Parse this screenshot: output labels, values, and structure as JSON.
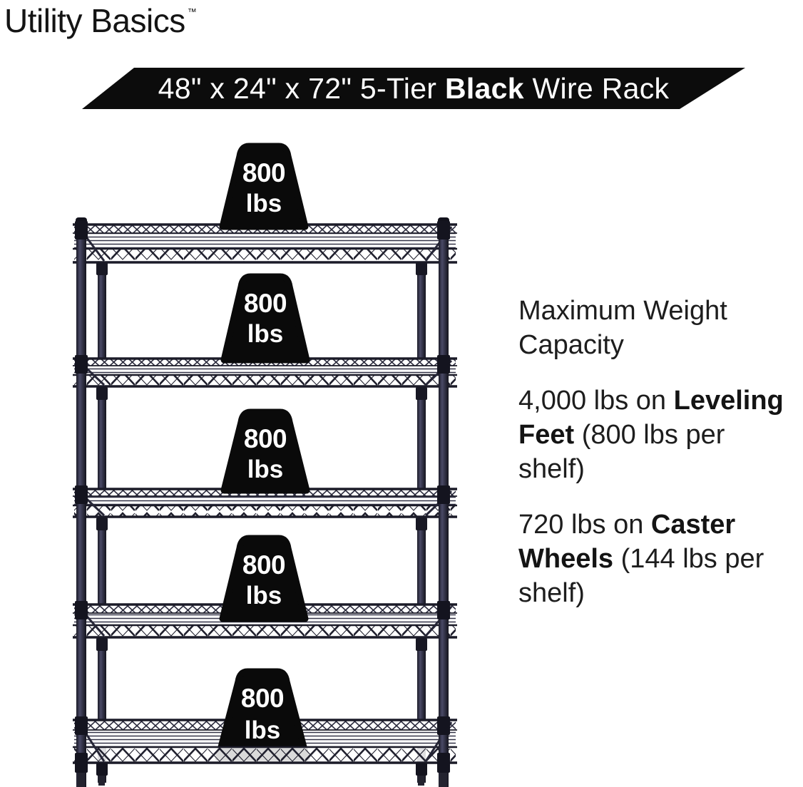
{
  "brand": {
    "name": "Utility Basics",
    "trademark": "™"
  },
  "banner": {
    "pre": "48\" x 24\" x 72\" 5-Tier ",
    "bold": "Black",
    "post": " Wire Rack",
    "bg_color": "#0c0c0c",
    "text_color": "#ffffff"
  },
  "rack": {
    "tier_count": 5,
    "frame_color": "#262636",
    "badge_color": "#0a0a0a",
    "shelves": [
      {
        "capacity": "800",
        "unit": "lbs"
      },
      {
        "capacity": "800",
        "unit": "lbs"
      },
      {
        "capacity": "800",
        "unit": "lbs"
      },
      {
        "capacity": "800",
        "unit": "lbs"
      },
      {
        "capacity": "800",
        "unit": "lbs"
      }
    ]
  },
  "capacity_info": {
    "heading": {
      "line1": "Maximum Weight",
      "line2": "Capacity"
    },
    "leveling": {
      "l1_pre": "4,000 lbs on ",
      "l1_bold": "Leveling",
      "l2_bold": "Feet",
      "l2_post": " (800 lbs per",
      "l3": "shelf)"
    },
    "caster": {
      "l1_pre": "720 lbs on ",
      "l1_bold": "Caster",
      "l2_bold": "Wheels",
      "l2_post": " (144 lbs per",
      "l3": "shelf)"
    }
  }
}
